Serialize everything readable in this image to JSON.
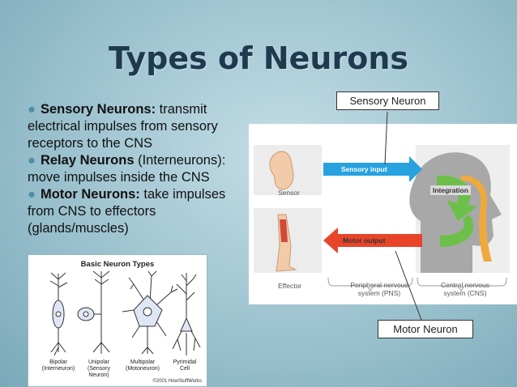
{
  "slide": {
    "title": "Types of Neurons",
    "bullets": [
      {
        "term": "Sensory Neurons:",
        "lines": [
          " transmit",
          "electrical impulses from sensory",
          "receptors to the CNS"
        ]
      },
      {
        "term": "Relay Neurons",
        "lines": [
          " (Interneurons):",
          "move impulses inside the CNS"
        ]
      },
      {
        "term": "Motor Neurons:",
        "lines": [
          " take impulses",
          "from CNS to effectors",
          "(glands/muscles)"
        ]
      }
    ],
    "callouts": {
      "sensory": "Sensory Neuron",
      "motor": "Motor Neuron"
    }
  },
  "neuron_types": {
    "title": "Basic Neuron Types",
    "labels": [
      {
        "name": "Bipolar",
        "sub": "(Interneuron)"
      },
      {
        "name": "Unipolar",
        "sub": "(Sensory Neuron)"
      },
      {
        "name": "Multipolar",
        "sub": "(Motoneuron)"
      },
      {
        "name": "Pyrimidal",
        "sub": "Cell"
      }
    ],
    "copyright": "©2001 HowStuffWorks"
  },
  "diagram": {
    "sensory_input": "Sensory input",
    "integration": "Integration",
    "motor_output": "Motor output",
    "sensor": "Sensor",
    "effector": "Effector",
    "pns": [
      "Peripheral nervous",
      "system (PNS)"
    ],
    "cns": [
      "Central nervous",
      "system (CNS)"
    ],
    "colors": {
      "sensory_arrow": "#27a2df",
      "motor_arrow": "#e8442a",
      "integration_arrow": "#6cc04a",
      "cns_panel": "#f0a93c"
    }
  }
}
